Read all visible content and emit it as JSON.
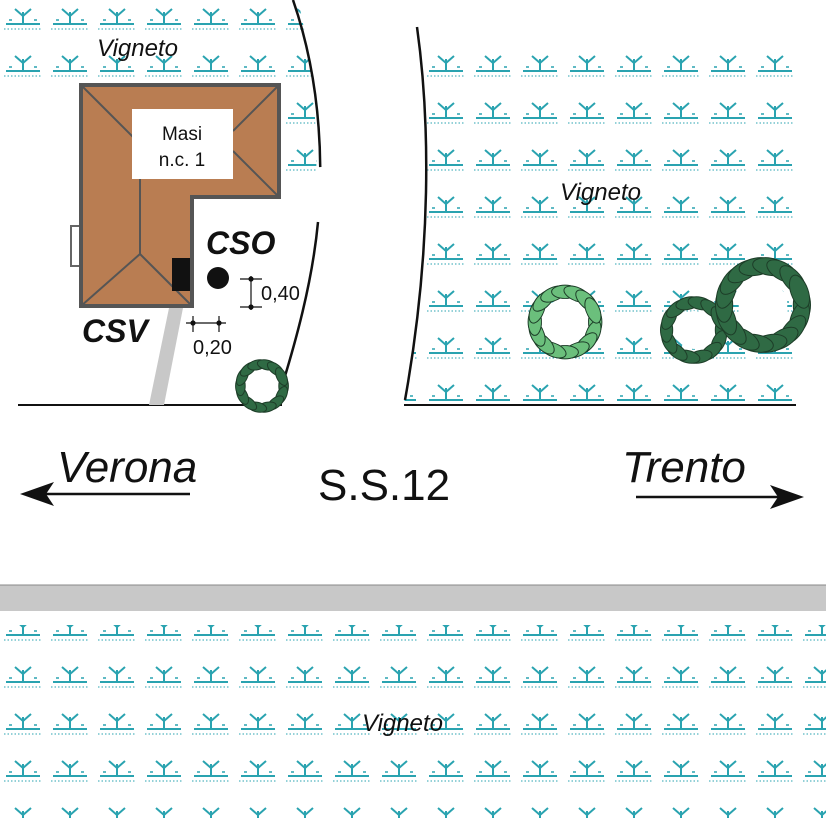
{
  "map": {
    "vineyard_label_top_left": "Vigneto",
    "vineyard_label_top_right": "Vigneto",
    "vineyard_label_bottom": "Vigneto",
    "building_label_line1": "Masi",
    "building_label_line2": "n.c. 1",
    "cso_label": "CSO",
    "csv_label": "CSV",
    "dimension_vertical": "0,40",
    "dimension_horizontal": "0,20",
    "road_name": "S.S.12",
    "direction_left": "Verona",
    "direction_right": "Trento"
  },
  "colors": {
    "vine": "#2aa3b0",
    "roof": "#b97d52",
    "roof_edge": "#555555",
    "road_band": "#c8c8c8",
    "bush_dark": "#2f6a44",
    "bush_light": "#6bbf7c",
    "marker": "#111111"
  },
  "icons": [
    "vine-pattern-icon",
    "bush-icon",
    "direction-arrow-icon",
    "sampling-point-icon"
  ]
}
